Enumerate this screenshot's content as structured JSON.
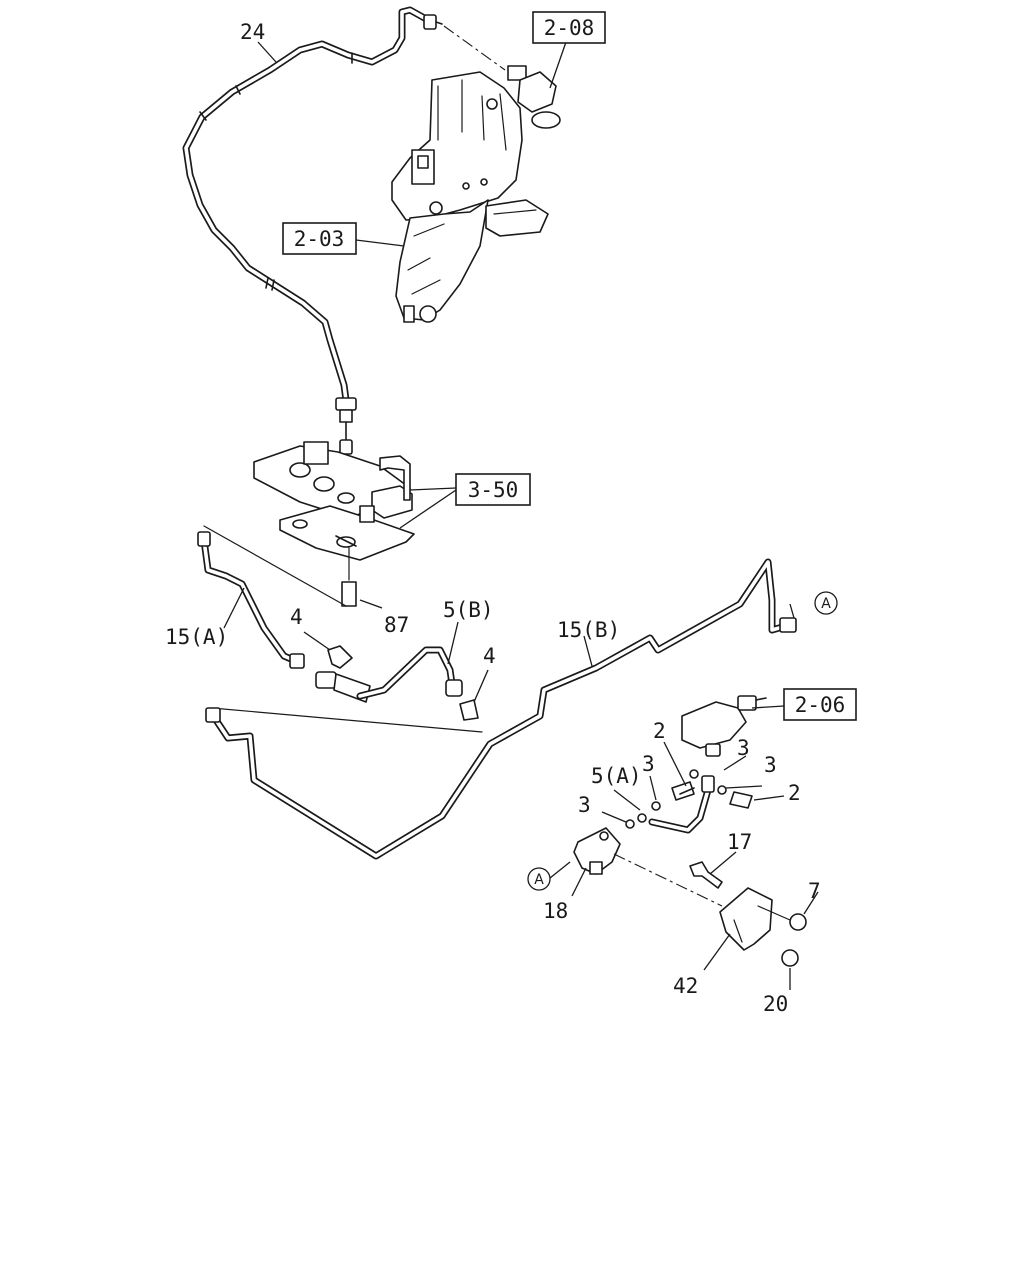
{
  "reference_boxes": {
    "ref_2_08": "2-08",
    "ref_2_03": "2-03",
    "ref_3_50": "3-50",
    "ref_2_06": "2-06"
  },
  "callouts": {
    "c24": "24",
    "c15a": "15(A)",
    "c4a": "4",
    "c87": "87",
    "c5b": "5(B)",
    "c4b": "4",
    "c15b": "15(B)",
    "c2a": "2",
    "c3a": "3",
    "c5a": "5(A)",
    "c3b": "3",
    "c3c": "3",
    "c3d": "3",
    "c2b": "2",
    "c17": "17",
    "c7": "7",
    "c18": "18",
    "c42": "42",
    "c20": "20"
  },
  "connector_marks": {
    "a_right": "A",
    "a_left": "A"
  }
}
